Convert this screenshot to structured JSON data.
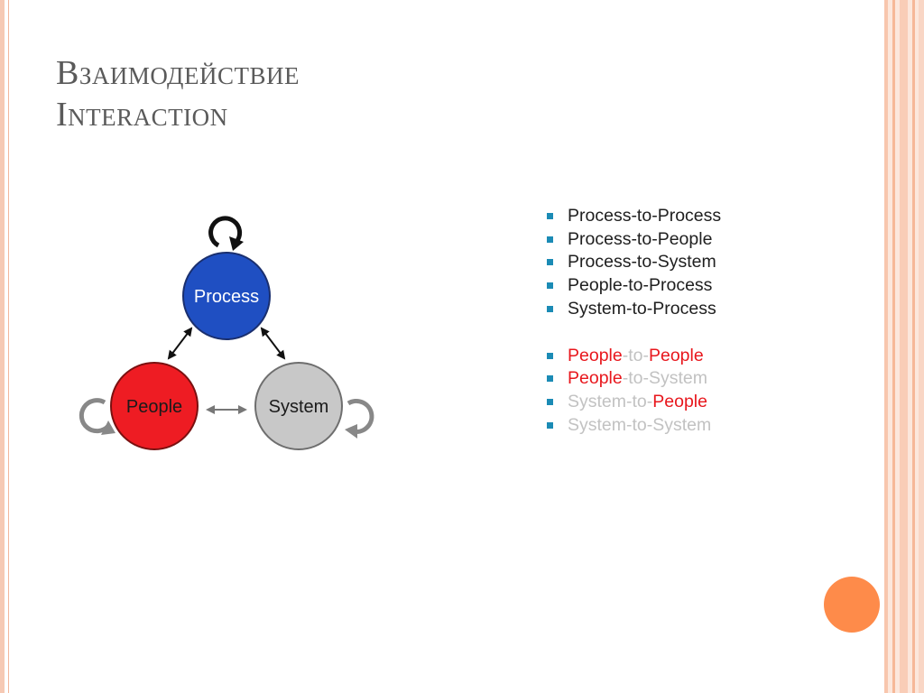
{
  "slide": {
    "title_ru": "Взаимодействие",
    "title_en": "Interaction"
  },
  "diagram": {
    "nodes": {
      "process": {
        "label": "Process",
        "color": "#1f4fc2"
      },
      "people": {
        "label": "People",
        "color": "#ee1c23"
      },
      "system": {
        "label": "System",
        "color": "#c8c8c8"
      }
    }
  },
  "list": {
    "group1": [
      {
        "parts": [
          {
            "text": "Process-to-Process",
            "tone": "dark"
          }
        ]
      },
      {
        "parts": [
          {
            "text": "Process-to-People",
            "tone": "dark"
          }
        ]
      },
      {
        "parts": [
          {
            "text": "Process-to-System",
            "tone": "dark"
          }
        ]
      },
      {
        "parts": [
          {
            "text": "People-to-Process",
            "tone": "dark"
          }
        ]
      },
      {
        "parts": [
          {
            "text": "System-to-Process",
            "tone": "dark"
          }
        ]
      }
    ],
    "group2": [
      {
        "parts": [
          {
            "text": "People",
            "tone": "red"
          },
          {
            "text": "-to-",
            "tone": "grey"
          },
          {
            "text": "People",
            "tone": "red"
          }
        ]
      },
      {
        "parts": [
          {
            "text": "People",
            "tone": "red"
          },
          {
            "text": "-to-System",
            "tone": "grey"
          }
        ]
      },
      {
        "parts": [
          {
            "text": "System-to-",
            "tone": "grey"
          },
          {
            "text": "People",
            "tone": "red"
          }
        ]
      },
      {
        "parts": [
          {
            "text": "System-to-System",
            "tone": "grey"
          }
        ]
      }
    ]
  },
  "theme": {
    "bullet_color": "#1b8bb5",
    "accent_orange": "#fe8b4a",
    "frame_color": "#f6c9b4"
  }
}
